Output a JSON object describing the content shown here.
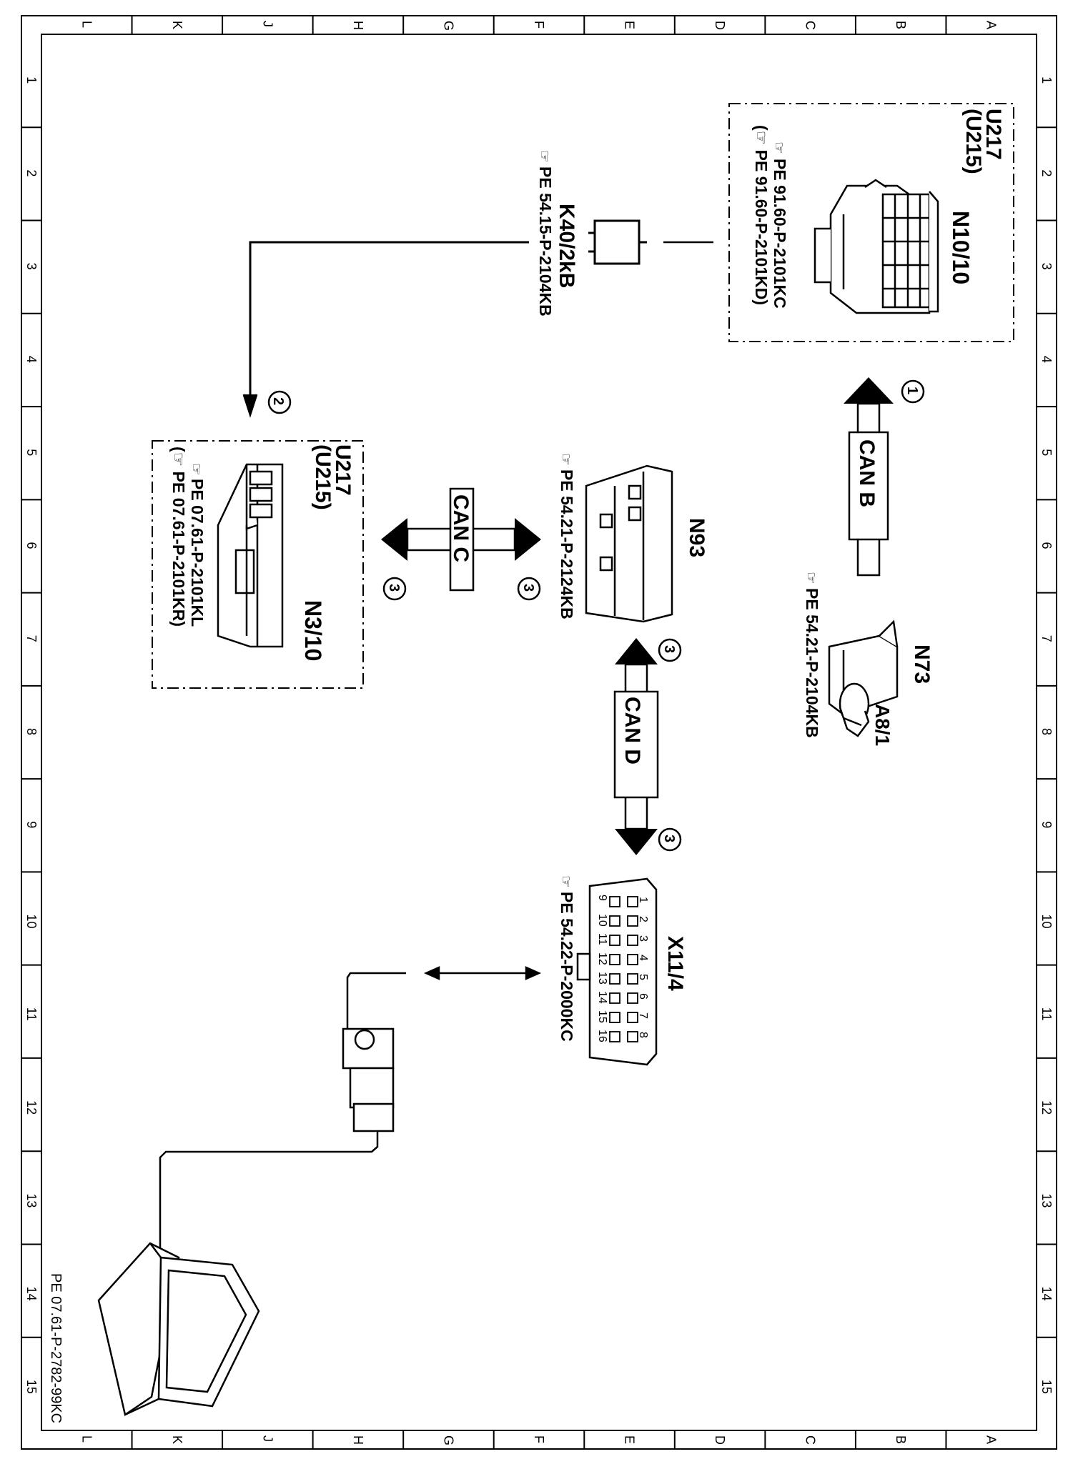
{
  "border": {
    "rows": [
      "A",
      "B",
      "C",
      "D",
      "E",
      "F",
      "G",
      "H",
      "J",
      "K",
      "L"
    ],
    "columns": [
      "1",
      "2",
      "3",
      "4",
      "5",
      "6",
      "7",
      "8",
      "9",
      "10",
      "11",
      "12",
      "13",
      "14",
      "15"
    ]
  },
  "doc_reference": "PE 07.61-P-2782-99KC",
  "components": {
    "n10": {
      "model": "U217",
      "model_alt": "(U215)",
      "id": "N10/10",
      "ref1": "PE 91.60-P-2101KC",
      "ref2": "(☞ PE 91.60-P-2101KD)"
    },
    "k40": {
      "id": "K40/2kB",
      "ref": "PE 54.15-P-2104KB"
    },
    "n73": {
      "id": "N73",
      "sub": "A8/1",
      "ref": "PE 54.21-P-2104KB"
    },
    "n93": {
      "id": "N93",
      "ref": "PE 54.21-P-2124KB"
    },
    "n3": {
      "model": "U217",
      "model_alt": "(U215)",
      "id": "N3/10",
      "ref1": "PE 07.61-P-2101KL",
      "ref2": "(☞ PE 07.61-P-2101KR)"
    },
    "x11": {
      "id": "X11/4",
      "ref": "PE 54.22-P-2000KC",
      "pins_row1": [
        "1",
        "2",
        "3",
        "4",
        "5",
        "6",
        "7",
        "8"
      ],
      "pins_row2": [
        "9",
        "10",
        "11",
        "12",
        "13",
        "14",
        "15",
        "16"
      ]
    }
  },
  "buses": {
    "b": "CAN B",
    "c": "CAN C",
    "d": "CAN D"
  },
  "markers": {
    "m1": "1",
    "m2": "2",
    "m3": "3"
  },
  "colors": {
    "ink": "#000000",
    "paper": "#ffffff",
    "bus_fill": "#e6e6e6"
  }
}
